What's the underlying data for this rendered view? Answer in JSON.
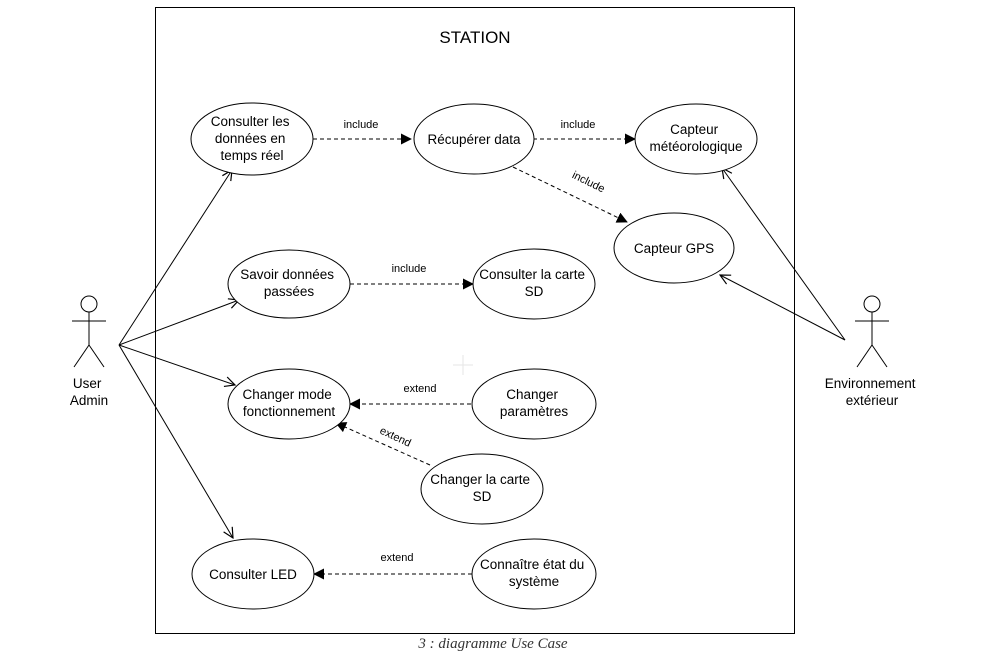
{
  "system": {
    "title": "STATION"
  },
  "actors": {
    "user_admin": {
      "lines": [
        "User",
        "Admin"
      ]
    },
    "environnement": {
      "lines": [
        "Environnement",
        "extérieur"
      ]
    }
  },
  "use_cases": {
    "consulter_temps_reel": {
      "lines": [
        "Consulter les",
        "données en",
        "temps réel"
      ]
    },
    "recuperer_data": {
      "lines": [
        "Récupérer data"
      ]
    },
    "capteur_meteo": {
      "lines": [
        "Capteur",
        "météorologique"
      ]
    },
    "capteur_gps": {
      "lines": [
        "Capteur GPS"
      ]
    },
    "savoir_passees": {
      "lines": [
        "Savoir données",
        "passées"
      ]
    },
    "consulter_carte_sd": {
      "lines": [
        "Consulter la carte",
        "SD"
      ]
    },
    "changer_mode": {
      "lines": [
        "Changer mode",
        "fonctionnement"
      ]
    },
    "changer_parametres": {
      "lines": [
        "Changer",
        "paramètres"
      ]
    },
    "changer_carte_sd": {
      "lines": [
        "Changer la carte",
        "SD"
      ]
    },
    "consulter_led": {
      "lines": [
        "Consulter LED"
      ]
    },
    "connaitre_etat": {
      "lines": [
        "Connaître état du",
        "système"
      ]
    }
  },
  "relations": {
    "include": "include",
    "extend": "extend"
  },
  "caption": "3 : diagramme Use Case"
}
